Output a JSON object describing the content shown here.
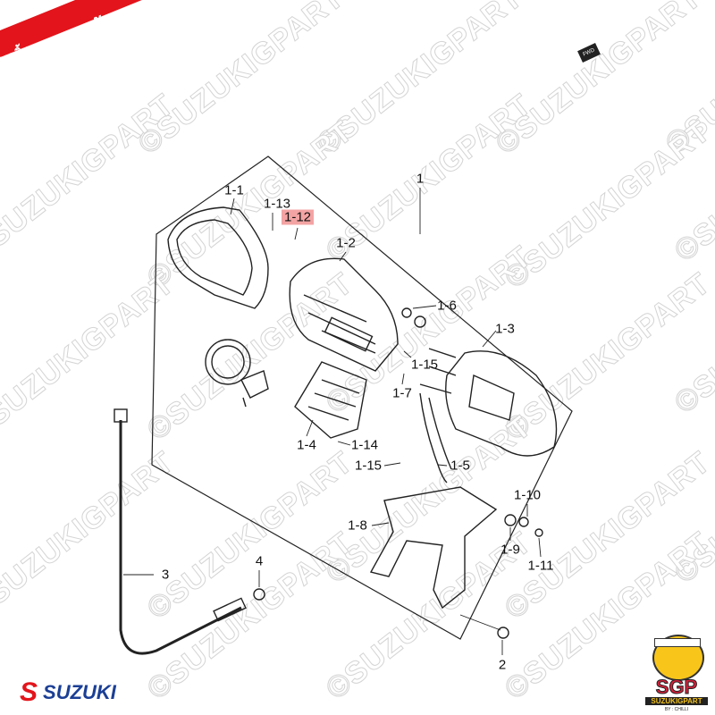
{
  "badge": {
    "prefix": "ทุกชิ้น",
    "title": "ของแท้",
    "color": "#e3141b"
  },
  "watermark": "©SUZUKIGPART",
  "fwd_arrow": "FWD",
  "brand": {
    "symbol": "S",
    "name": "SUZUKI",
    "red": "#e3141b",
    "blue": "#1b3f95"
  },
  "mascot": {
    "logo": "SGP",
    "name": "SUZUKIGPART",
    "tagline": "BY : CHILLI"
  },
  "highlight_color": "#f3a3a3",
  "parts": [
    {
      "id": "1"
    },
    {
      "id": "1-1"
    },
    {
      "id": "1-13"
    },
    {
      "id": "1-12",
      "highlighted": true
    },
    {
      "id": "1-2"
    },
    {
      "id": "1-6"
    },
    {
      "id": "1-3"
    },
    {
      "id": "1-15"
    },
    {
      "id": "1-7"
    },
    {
      "id": "1-4"
    },
    {
      "id": "1-14"
    },
    {
      "id": "1-15"
    },
    {
      "id": "1-5"
    },
    {
      "id": "1-10"
    },
    {
      "id": "1-8"
    },
    {
      "id": "1-9"
    },
    {
      "id": "1-11"
    },
    {
      "id": "3"
    },
    {
      "id": "4"
    },
    {
      "id": "2"
    }
  ]
}
